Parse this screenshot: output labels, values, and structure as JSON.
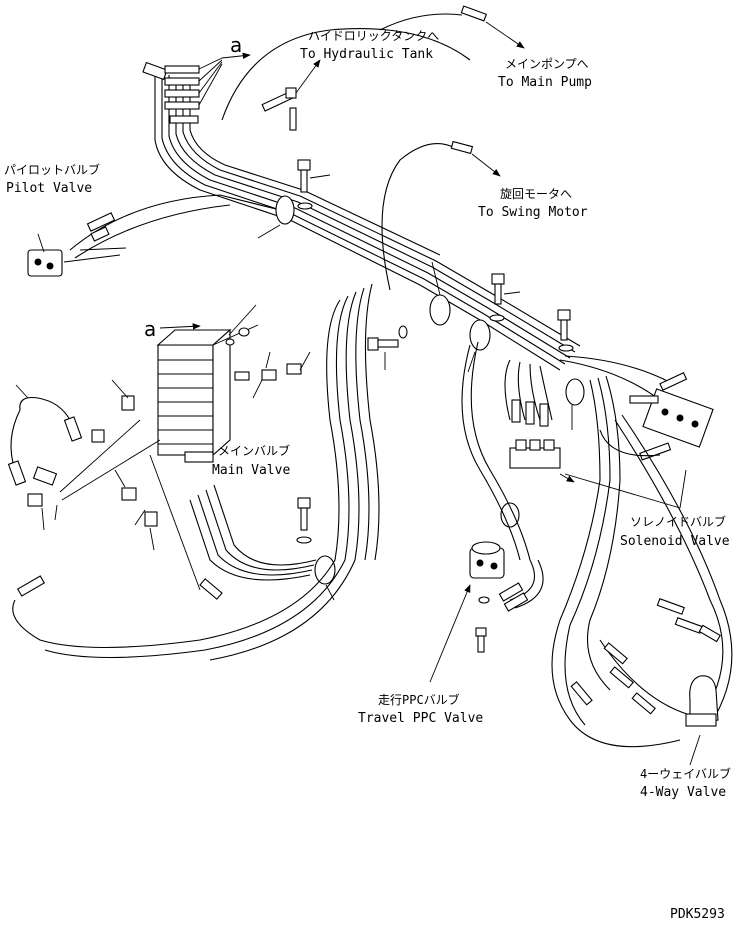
{
  "labels": {
    "hydraulic_tank_jp": "ハイドロリックタンクへ",
    "hydraulic_tank_en": "To Hydraulic Tank",
    "main_pump_jp": "メインポンプへ",
    "main_pump_en": "To Main Pump",
    "pilot_valve_jp": "パイロットバルブ",
    "pilot_valve_en": "Pilot Valve",
    "swing_motor_jp": "旋回モータへ",
    "swing_motor_en": "To Swing Motor",
    "main_valve_jp": "メインバルブ",
    "main_valve_en": "Main Valve",
    "solenoid_valve_jp": "ソレノイドバルブ",
    "solenoid_valve_en": "Solenoid Valve",
    "travel_ppc_valve_jp": "走行PPCバルブ",
    "travel_ppc_valve_en": "Travel PPC Valve",
    "four_way_valve_jp": "4ーウェイバルブ",
    "four_way_valve_en": "4-Way Valve",
    "detail_marker_1": "a",
    "detail_marker_2": "a",
    "drawing_number": "PDK5293"
  }
}
